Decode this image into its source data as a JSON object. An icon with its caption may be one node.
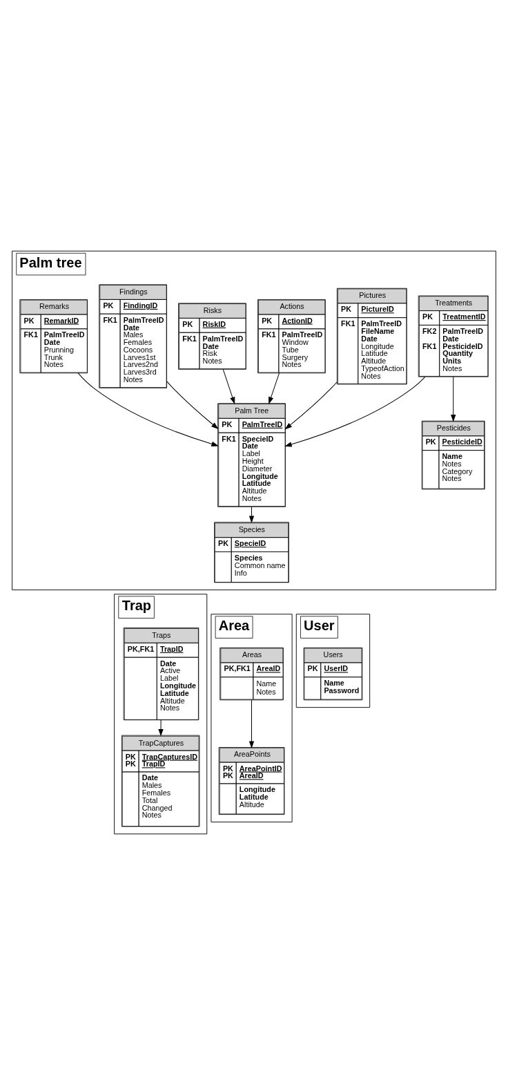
{
  "diagram": {
    "nodes": [
      {
        "text": [
          "Palm tree"
        ]
      },
      {
        "text": [
          "Treatments",
          "PK",
          "TreatmentID",
          "FK2",
          "FK1",
          "PalmTreeID",
          "Date",
          "PesticideID",
          "Quantity",
          "Units",
          "Notes"
        ],
        "in": 0
      },
      {
        "text": [
          "Pictures",
          "PK",
          "PictureID",
          "FK1",
          "PalmTreeID",
          "FileName",
          "Date",
          "Longitude",
          "Latitude",
          "Altitude",
          "TypeofAction",
          "Notes"
        ],
        "in": 0
      },
      {
        "text": [
          "Pesticides",
          "PK",
          "PesticideID",
          "Name",
          "Notes",
          "Category",
          "Notes"
        ],
        "in": 0
      },
      {
        "text": [
          "Actions",
          "PK",
          "ActionID",
          "FK1",
          "PalmTreeID",
          "Window",
          "Tube",
          "Surgery",
          "Notes"
        ],
        "in": 0
      },
      {
        "text": [
          "Palm Tree",
          "PK",
          "PalmTreeID",
          "FK1",
          "SpecieID",
          "Date",
          "Label",
          "Height",
          "Diameter",
          "Longitude",
          "Latitude",
          "Altitude",
          "Notes"
        ],
        "in": 0
      },
      {
        "text": [
          "Risks",
          "PK",
          "RiskID",
          "FK1",
          "PalmTreeID",
          "Date",
          "Risk",
          "Notes"
        ],
        "in": 0
      },
      {
        "text": [
          "Findings",
          "PK",
          "FindingID",
          "FK1",
          "PalmTreeID",
          "Date",
          "Males",
          "Females",
          "Cocoons",
          "Larves1st",
          "Larves2nd",
          "Larves3rd",
          "Notes"
        ],
        "in": 0
      },
      {
        "text": [
          "Remarks",
          "PK",
          "RemarkID",
          "FK1",
          "PalmTreeID",
          "Date",
          "Prunning",
          "Trunk",
          "Notes"
        ],
        "in": 0
      },
      {
        "text": [
          "Species",
          "PK",
          "SpecieID",
          "Species",
          "Common name",
          "Info"
        ],
        "in": 0
      },
      {
        "text": [
          "Trap"
        ]
      },
      {
        "text": [
          "Traps",
          "PK,FK1",
          "TrapID",
          "Date",
          "Active",
          "Label",
          "Longitude",
          "Latitude",
          "Altitude",
          "Notes"
        ],
        "in": 10
      },
      {
        "text": [
          "TrapCaptures",
          "PK",
          "PK",
          "TrapCapturesID",
          "TrapID",
          "Date",
          "Males",
          "Females",
          "Total",
          "Changed",
          "Notes"
        ],
        "in": 10
      },
      {
        "text": [
          "Area"
        ]
      },
      {
        "text": [
          "Areas",
          "PK,FK1",
          "AreaID",
          "Name",
          "Notes"
        ],
        "in": 13
      },
      {
        "text": [
          "AreaPoints",
          "PK",
          "PK",
          "AreaPointID",
          "AreaID",
          "Longitude",
          "Latitude",
          "Altitude"
        ],
        "in": 13
      },
      {
        "text": [
          "User"
        ]
      },
      {
        "text": [
          "Users",
          "PK",
          "UserID",
          "Name",
          "Password"
        ],
        "in": 16
      }
    ],
    "edges": [
      {
        "from": 1,
        "to": 3,
        "arrow": "to"
      },
      {
        "from": 1,
        "to": 5,
        "arrow": "to"
      },
      {
        "from": 2,
        "to": 5,
        "arrow": "to"
      },
      {
        "from": 4,
        "to": 5,
        "arrow": "to"
      },
      {
        "from": 6,
        "to": 5,
        "arrow": "to"
      },
      {
        "from": 7,
        "to": 5,
        "arrow": "to"
      },
      {
        "from": 8,
        "to": 5,
        "arrow": "to"
      },
      {
        "from": 5,
        "to": 9,
        "arrow": "to"
      },
      {
        "from": 11,
        "to": 12,
        "arrow": "to"
      },
      {
        "from": 14,
        "to": 15,
        "arrow": "to"
      }
    ]
  }
}
